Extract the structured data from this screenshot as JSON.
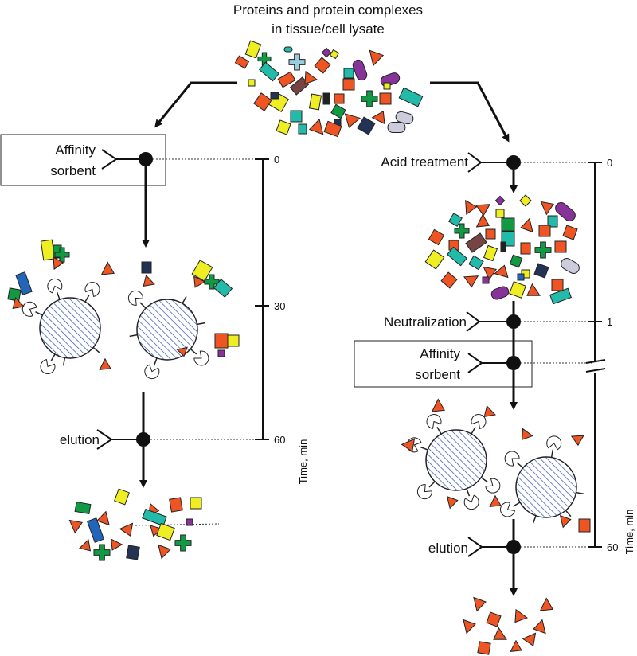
{
  "title": {
    "line1": "Proteins and protein complexes",
    "line2": "in tissue/cell lysate"
  },
  "left": {
    "affinity_line1": "Affinity",
    "affinity_line2": "sorbent",
    "elution": "elution",
    "time_axis_label": "Time, min",
    "ticks": [
      "0",
      "30",
      "60"
    ]
  },
  "right": {
    "acid": "Acid treatment",
    "neutralization": "Neutralization",
    "affinity_line1": "Affinity",
    "affinity_line2": "sorbent",
    "elution": "elution",
    "time_axis_label": "Time, min",
    "ticks": [
      "0",
      "1",
      "60"
    ]
  },
  "colors": {
    "orange": "#ee5522",
    "yellow": "#eeee22",
    "green": "#119944",
    "teal": "#22bbaa",
    "navy": "#223355",
    "blue": "#2266bb",
    "purple": "#883399",
    "brown": "#774444",
    "lightblue": "#99ccdd",
    "bead_stripe": "#2a4faa"
  }
}
